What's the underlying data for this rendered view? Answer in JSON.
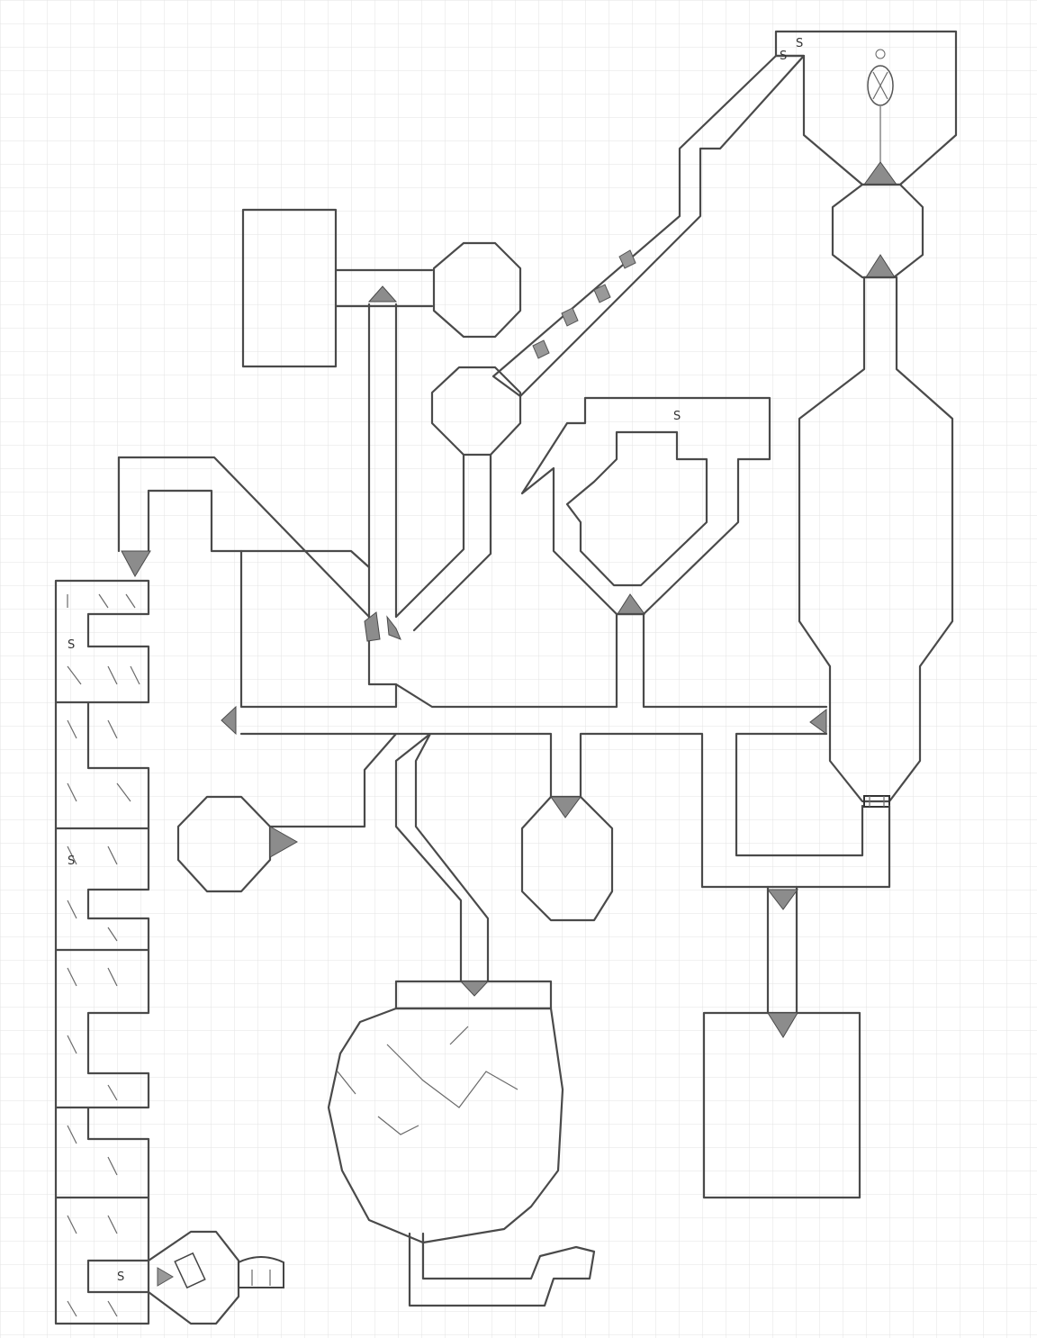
{
  "map": {
    "marker_label": "S",
    "labels_shown": [
      "S",
      "S",
      "S",
      "S",
      "S"
    ],
    "colors": {
      "paper": "#ffffff",
      "grid": "#e3e3e3",
      "ink": "#4a4a4a",
      "door_fill": "#8c8c8c"
    },
    "icons": [
      "lamp-icon",
      "stairs-icon",
      "grave-icon",
      "spike-trap-icon",
      "door-icon",
      "secret-door-icon"
    ]
  }
}
